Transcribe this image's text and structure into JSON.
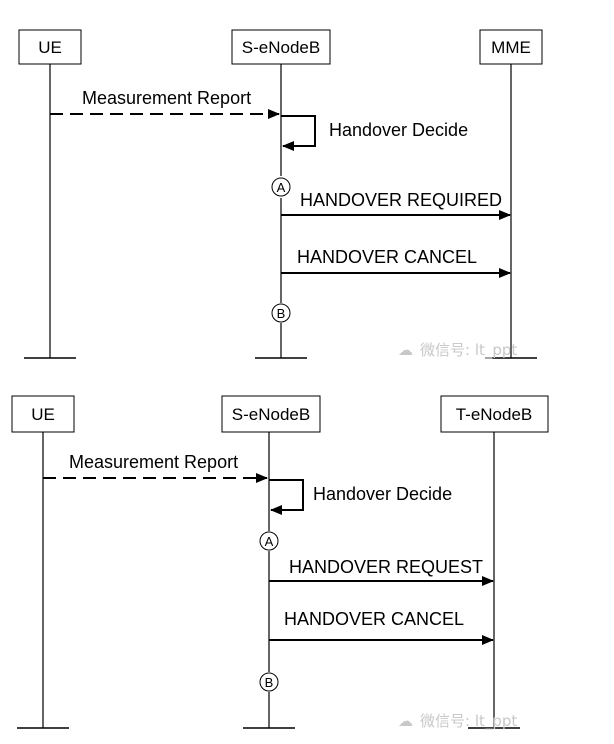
{
  "diagram1": {
    "entities": [
      "UE",
      "S-eNodeB",
      "MME"
    ],
    "messages": [
      "Measurement Report",
      "Handover Decide",
      "HANDOVER REQUIRED",
      "HANDOVER CANCEL"
    ],
    "markers": [
      "A",
      "B"
    ],
    "watermark": "微信号: lt_ppt"
  },
  "diagram2": {
    "entities": [
      "UE",
      "S-eNodeB",
      "T-eNodeB"
    ],
    "messages": [
      "Measurement Report",
      "Handover Decide",
      "HANDOVER REQUEST",
      "HANDOVER CANCEL"
    ],
    "markers": [
      "A",
      "B"
    ],
    "watermark": "微信号: lt_ppt"
  },
  "colors": {
    "line": "#000000",
    "watermark": "#c8c8c8"
  }
}
